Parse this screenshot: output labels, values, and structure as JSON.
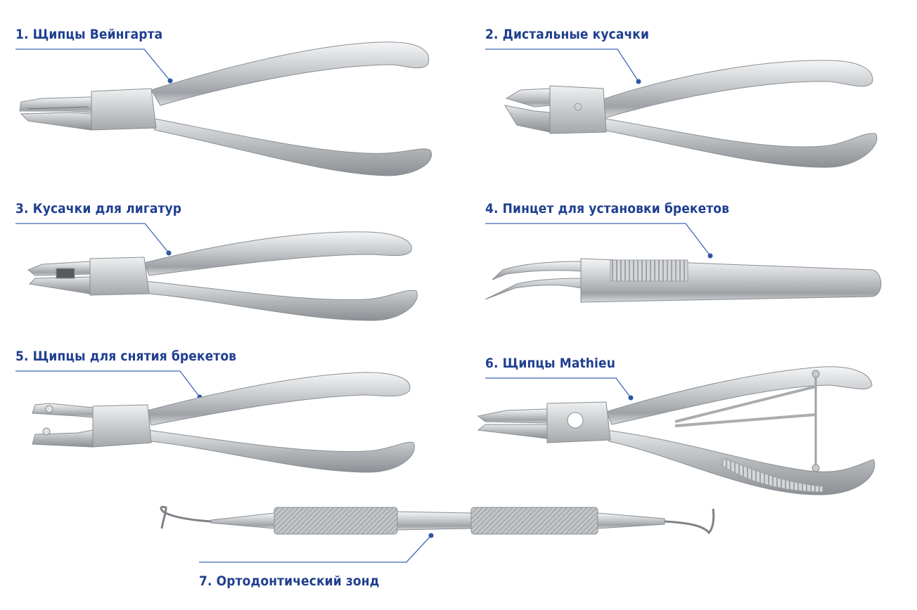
{
  "labels": {
    "t1": "1. Щипцы Вейнгарта",
    "t2": "2. Дистальные кусачки",
    "t3": "3. Кусачки для лигатур",
    "t4": "4. Пинцет для установки брекетов",
    "t5": "5. Щипцы для снятия брекетов",
    "t6": "6. Щипцы Mathieu",
    "t7": "7. Ортодонтический зонд"
  },
  "colors": {
    "label": "#1f3f8f",
    "leader": "#3f67b5",
    "steel_light": "#f3f4f5",
    "steel_dark": "#8d9195"
  },
  "icons": [
    "weingart-pliers",
    "distal-end-cutter",
    "ligature-cutter",
    "bracket-tweezers",
    "bracket-removing-pliers",
    "mathieu-pliers",
    "orthodontic-probe"
  ]
}
